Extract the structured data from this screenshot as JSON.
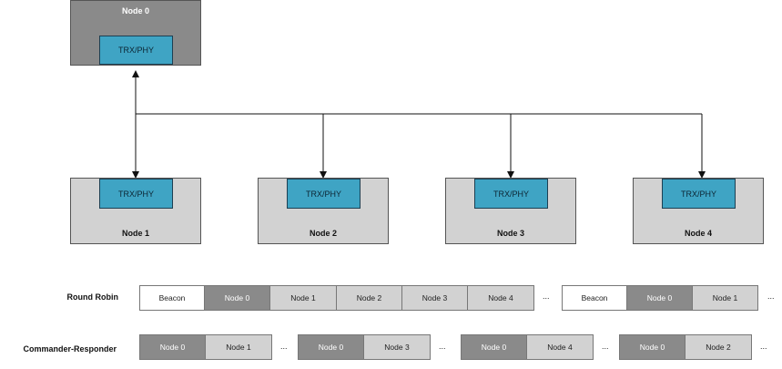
{
  "master": {
    "title": "Node 0",
    "module": "TRX/PHY"
  },
  "children": [
    {
      "title": "Node 1",
      "module": "TRX/PHY"
    },
    {
      "title": "Node 2",
      "module": "TRX/PHY"
    },
    {
      "title": "Node 3",
      "module": "TRX/PHY"
    },
    {
      "title": "Node 4",
      "module": "TRX/PHY"
    }
  ],
  "round_robin": {
    "label": "Round Robin",
    "groups": [
      [
        "Beacon",
        "Node 0",
        "Node 1",
        "Node 2",
        "Node 3",
        "Node 4"
      ],
      [
        "Beacon",
        "Node 0",
        "Node 1"
      ]
    ],
    "ellipses": [
      "...",
      "..."
    ]
  },
  "commander_responder": {
    "label": "Commander-Responder",
    "groups": [
      [
        "Node 0",
        "Node 1"
      ],
      [
        "Node 0",
        "Node 3"
      ],
      [
        "Node 0",
        "Node 4"
      ],
      [
        "Node 0",
        "Node 2"
      ]
    ],
    "ellipses": [
      "...",
      "...",
      "...",
      "..."
    ]
  },
  "colors": {
    "trx_fill": "#3fa4c4",
    "master_fill": "#8a8a8a",
    "child_fill": "#d2d2d2",
    "slot_dark": "#8a8a8a",
    "slot_light": "#d2d2d2"
  }
}
